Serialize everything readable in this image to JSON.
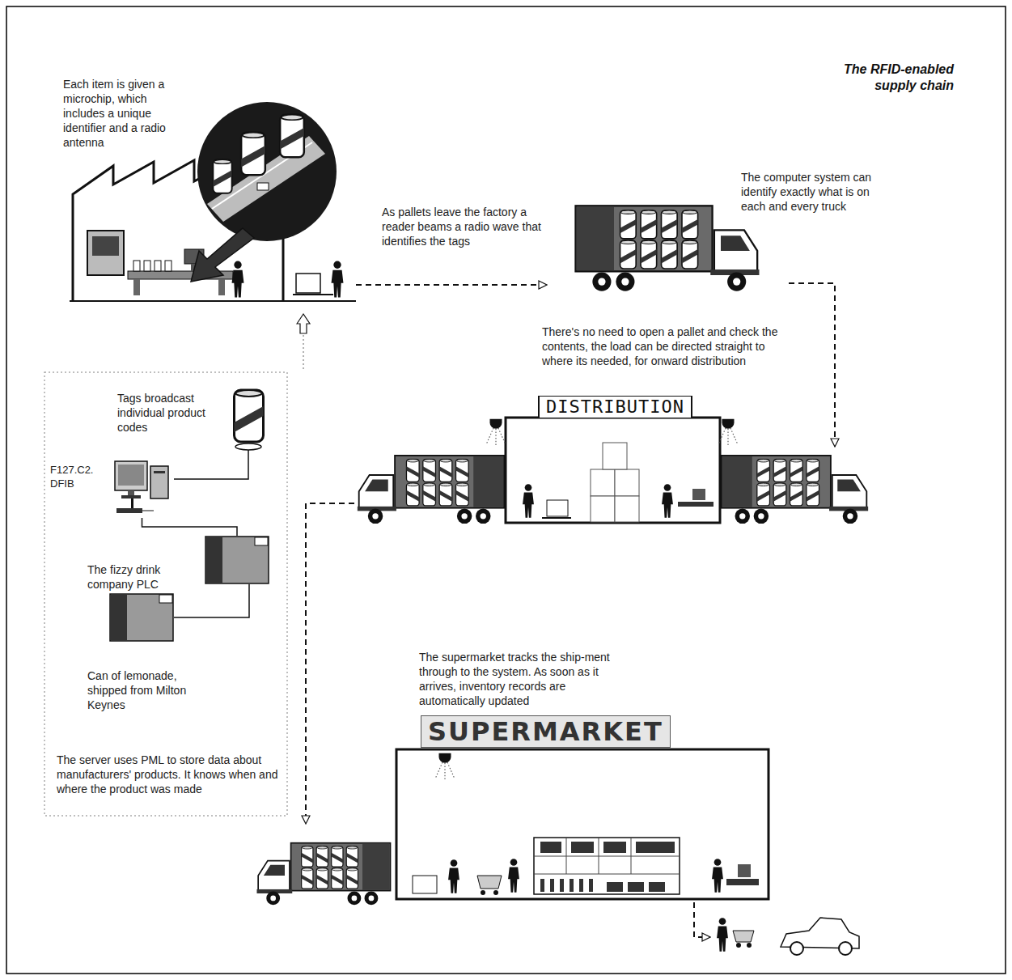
{
  "diagram": {
    "title": "The RFID-enabled supply chain",
    "nodes": [
      {
        "text": [
          "DISTRIBUTION"
        ]
      },
      {
        "text": [
          "F127.C2. DFIB"
        ]
      },
      {
        "text": [
          "The fizzy drink company PLC"
        ]
      },
      {
        "text": [
          "Can of lemonade, shipped from Milton Keynes"
        ]
      },
      {
        "text": [
          "SUPERMARKET"
        ]
      }
    ],
    "edges": [
      {
        "from": 1,
        "to": 2,
        "arrow": "none"
      },
      {
        "from": 2,
        "to": 3,
        "arrow": "none"
      }
    ],
    "labels": [
      "Each item is given a microchip, which includes a unique identifier and a radio antenna",
      "As pallets leave the factory a reader beams a radio wave that identifies the tags",
      "The computer system can identify exactly what is on each and every truck",
      "There's no need to open a pallet and check the contents, the load can be directed straight to where its needed, for onward distribution",
      "Tags broadcast individual product codes",
      "The server uses PML to store data about manufacturers' products. It knows when and where the product was made",
      "The supermarket tracks the ship-ment through to the system. As soon as it arrives, inventory records are automatically updated"
    ]
  }
}
